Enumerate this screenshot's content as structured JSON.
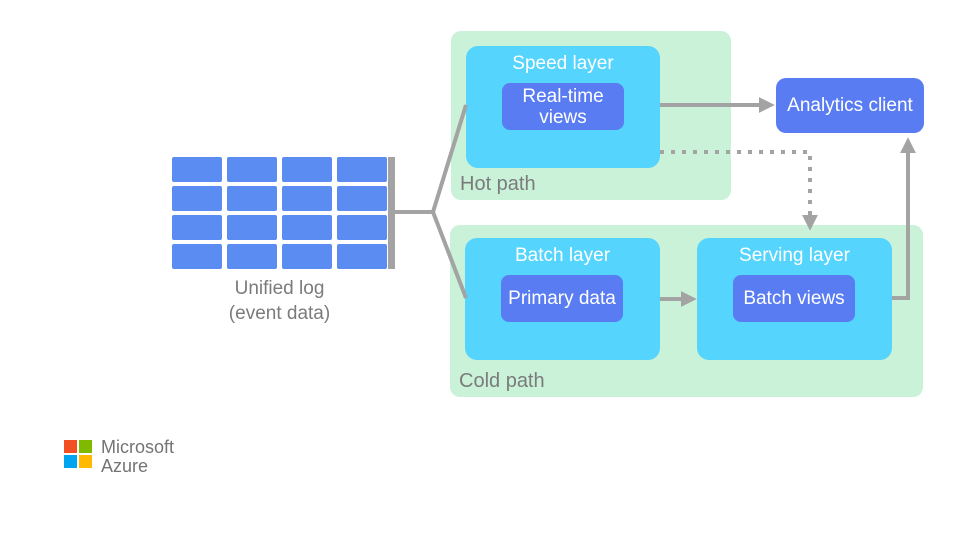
{
  "diagram": {
    "unified_log": {
      "caption_line1": "Unified log",
      "caption_line2": "(event data)"
    },
    "hot_path": {
      "label": "Hot path",
      "speed_layer": {
        "title": "Speed layer",
        "box": "Real-time views"
      }
    },
    "cold_path": {
      "label": "Cold path",
      "batch_layer": {
        "title": "Batch layer",
        "box": "Primary data"
      },
      "serving_layer": {
        "title": "Serving layer",
        "box": "Batch views"
      }
    },
    "analytics_client": {
      "label": "Analytics client"
    }
  },
  "logo": {
    "line1": "Microsoft",
    "line2": "Azure"
  },
  "colors": {
    "zone_green": "#c9f2d9",
    "layer_cyan": "#55d4fd",
    "box_blue": "#5a7cf2",
    "grid_blue": "#5b8cf2",
    "connector_gray": "#a3a3a3",
    "label_gray": "#7b7b7b",
    "ms_red": "#f25022",
    "ms_green": "#7fba00",
    "ms_blue": "#00a4ef",
    "ms_yellow": "#ffb900"
  }
}
